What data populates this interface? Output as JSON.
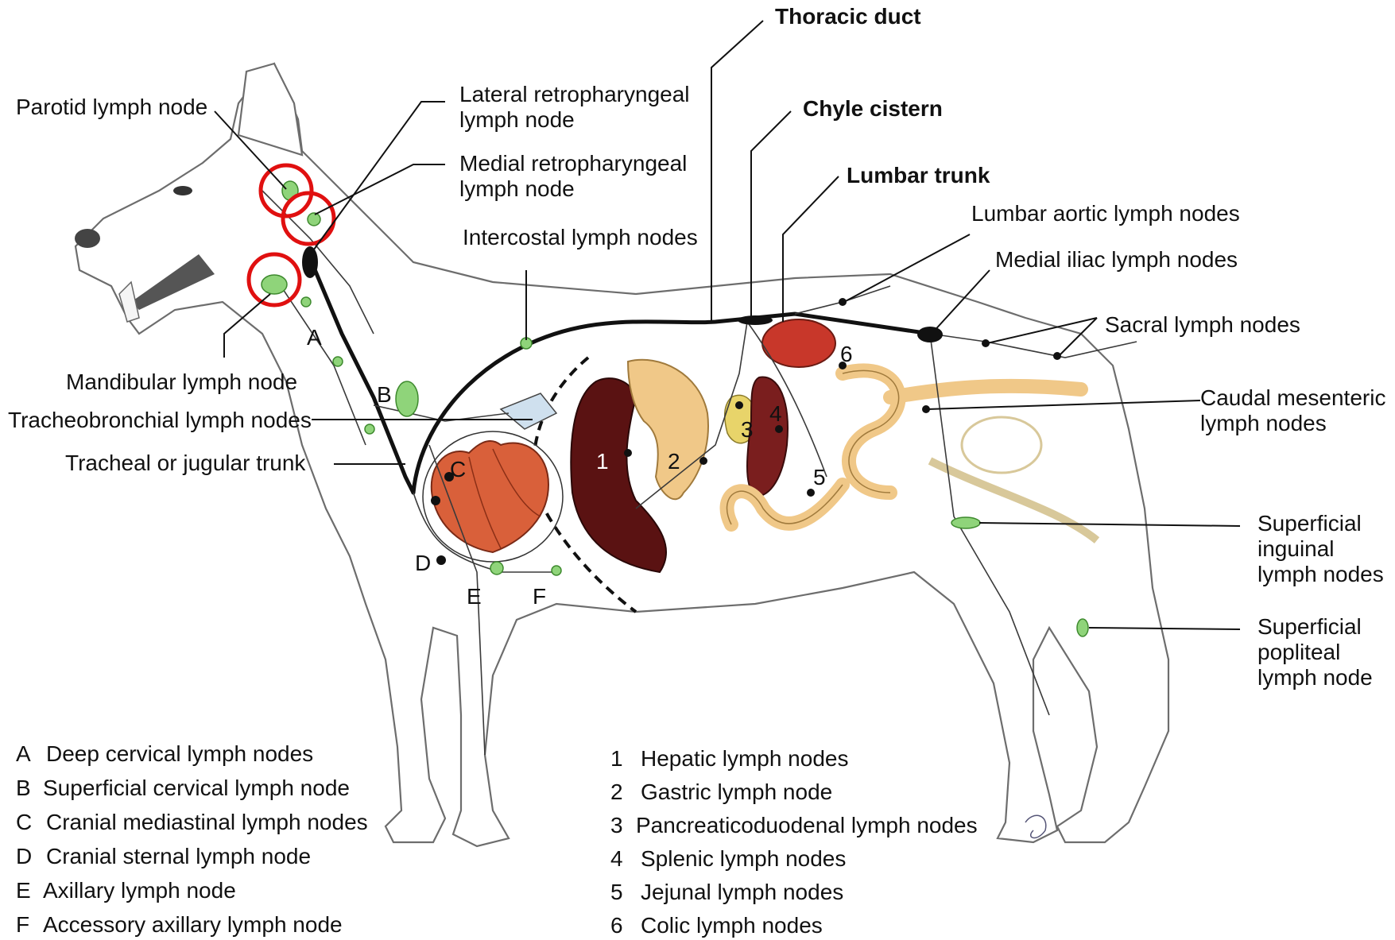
{
  "colors": {
    "liver": "#5a1212",
    "heart": "#d9603a",
    "kidney": "#c8372a",
    "intestine": "#f0c888",
    "spleen": "#7a1e1e",
    "node_green": "#8fd47a",
    "highlight_circle": "#e01010"
  },
  "callouts": {
    "thoracic_duct": "Thoracic duct",
    "chyle_cistern": "Chyle cistern",
    "lumbar_trunk": "Lumbar trunk",
    "parotid": "Parotid lymph node",
    "lat_retro_1": "Lateral retropharyngeal",
    "lat_retro_2": "lymph node",
    "med_retro_1": "Medial retropharyngeal",
    "med_retro_2": "lymph node",
    "intercostal": "Intercostal lymph nodes",
    "lumbar_aortic": "Lumbar aortic lymph nodes",
    "medial_iliac": "Medial iliac lymph nodes",
    "sacral": "Sacral lymph nodes",
    "caudal_mes_1": "Caudal mesenteric",
    "caudal_mes_2": "lymph nodes",
    "sup_inguinal_1": "Superficial",
    "sup_inguinal_2": "inguinal",
    "sup_inguinal_3": "lymph nodes",
    "sup_popliteal_1": "Superficial",
    "sup_popliteal_2": "popliteal",
    "sup_popliteal_3": "lymph node",
    "mandibular": "Mandibular lymph node",
    "tracheobronchial": "Tracheobronchial lymph nodes",
    "tracheal_trunk": "Tracheal or jugular trunk"
  },
  "markers": {
    "A": "A",
    "B": "B",
    "C": "C",
    "D": "D",
    "E": "E",
    "F": "F",
    "n1": "1",
    "n2": "2",
    "n3": "3",
    "n4": "4",
    "n5": "5",
    "n6": "6"
  },
  "legend_letters": [
    {
      "key": "A",
      "text": "Deep cervical lymph nodes"
    },
    {
      "key": "B",
      "text": "Superficial cervical lymph node"
    },
    {
      "key": "C",
      "text": "Cranial mediastinal lymph nodes"
    },
    {
      "key": "D",
      "text": "Cranial sternal lymph node"
    },
    {
      "key": "E",
      "text": "Axillary lymph node"
    },
    {
      "key": "F",
      "text": "Accessory axillary lymph node"
    }
  ],
  "legend_numbers": [
    {
      "key": "1",
      "text": "Hepatic lymph nodes"
    },
    {
      "key": "2",
      "text": "Gastric lymph node"
    },
    {
      "key": "3",
      "text": "Pancreaticoduodenal lymph nodes"
    },
    {
      "key": "4",
      "text": "Splenic lymph nodes"
    },
    {
      "key": "5",
      "text": "Jejunal lymph nodes"
    },
    {
      "key": "6",
      "text": "Colic lymph nodes"
    }
  ]
}
